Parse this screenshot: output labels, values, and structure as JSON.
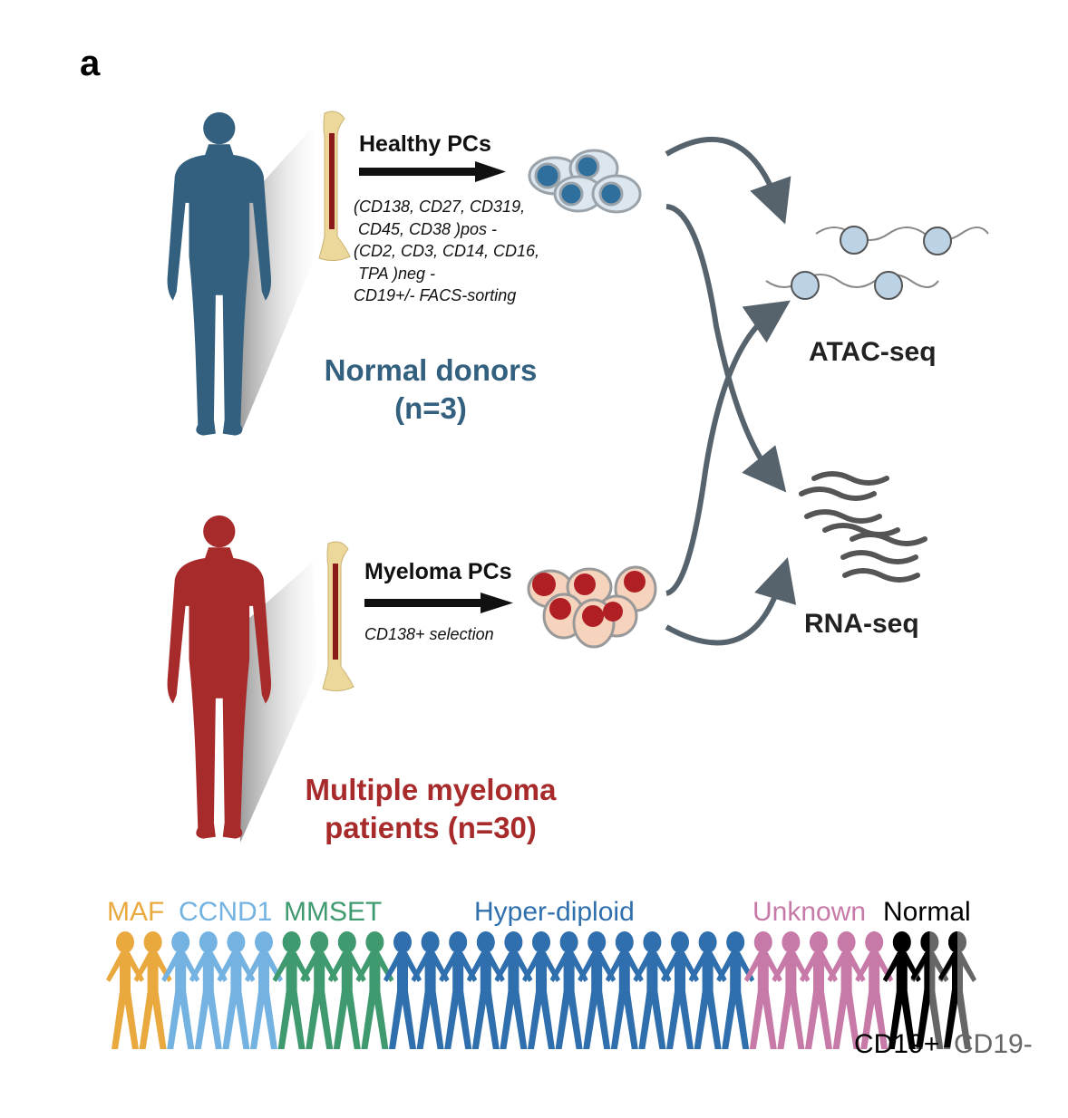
{
  "panel_label": "a",
  "normal": {
    "title_line1": "Normal donors",
    "title_line2": "(n=3)",
    "cells_label": "Healthy PCs",
    "markers": "(CD138, CD27, CD319,\n CD45, CD38 )pos -\n(CD2, CD3, CD14, CD16,\n TPA )neg -\nCD19+/- FACS-sorting",
    "color": "#33607f"
  },
  "myeloma": {
    "title_line1": "Multiple myeloma",
    "title_line2": "patients (n=30)",
    "cells_label": "Myeloma PCs",
    "markers": "CD138+ selection",
    "color": "#a82b2b"
  },
  "assays": {
    "atac": "ATAC-seq",
    "rna": "RNA-seq"
  },
  "subgroups": [
    {
      "label": "MAF",
      "count": 2,
      "color": "#e9a93f"
    },
    {
      "label": "CCND1",
      "count": 4,
      "color": "#74b3e1"
    },
    {
      "label": "MMSET",
      "count": 4,
      "color": "#3f9a6f"
    },
    {
      "label": "Hyper-diploid",
      "count": 13,
      "color": "#2f6fae"
    },
    {
      "label": "Unknown",
      "count": 5,
      "color": "#c77aa7"
    },
    {
      "label": "Normal",
      "count": 3,
      "color": "#000000"
    }
  ],
  "normal_sub": {
    "cd19pos": "CD19+",
    "cd19neg": "CD19-",
    "cd19pos_color": "#000000",
    "cd19neg_color": "#666666"
  }
}
